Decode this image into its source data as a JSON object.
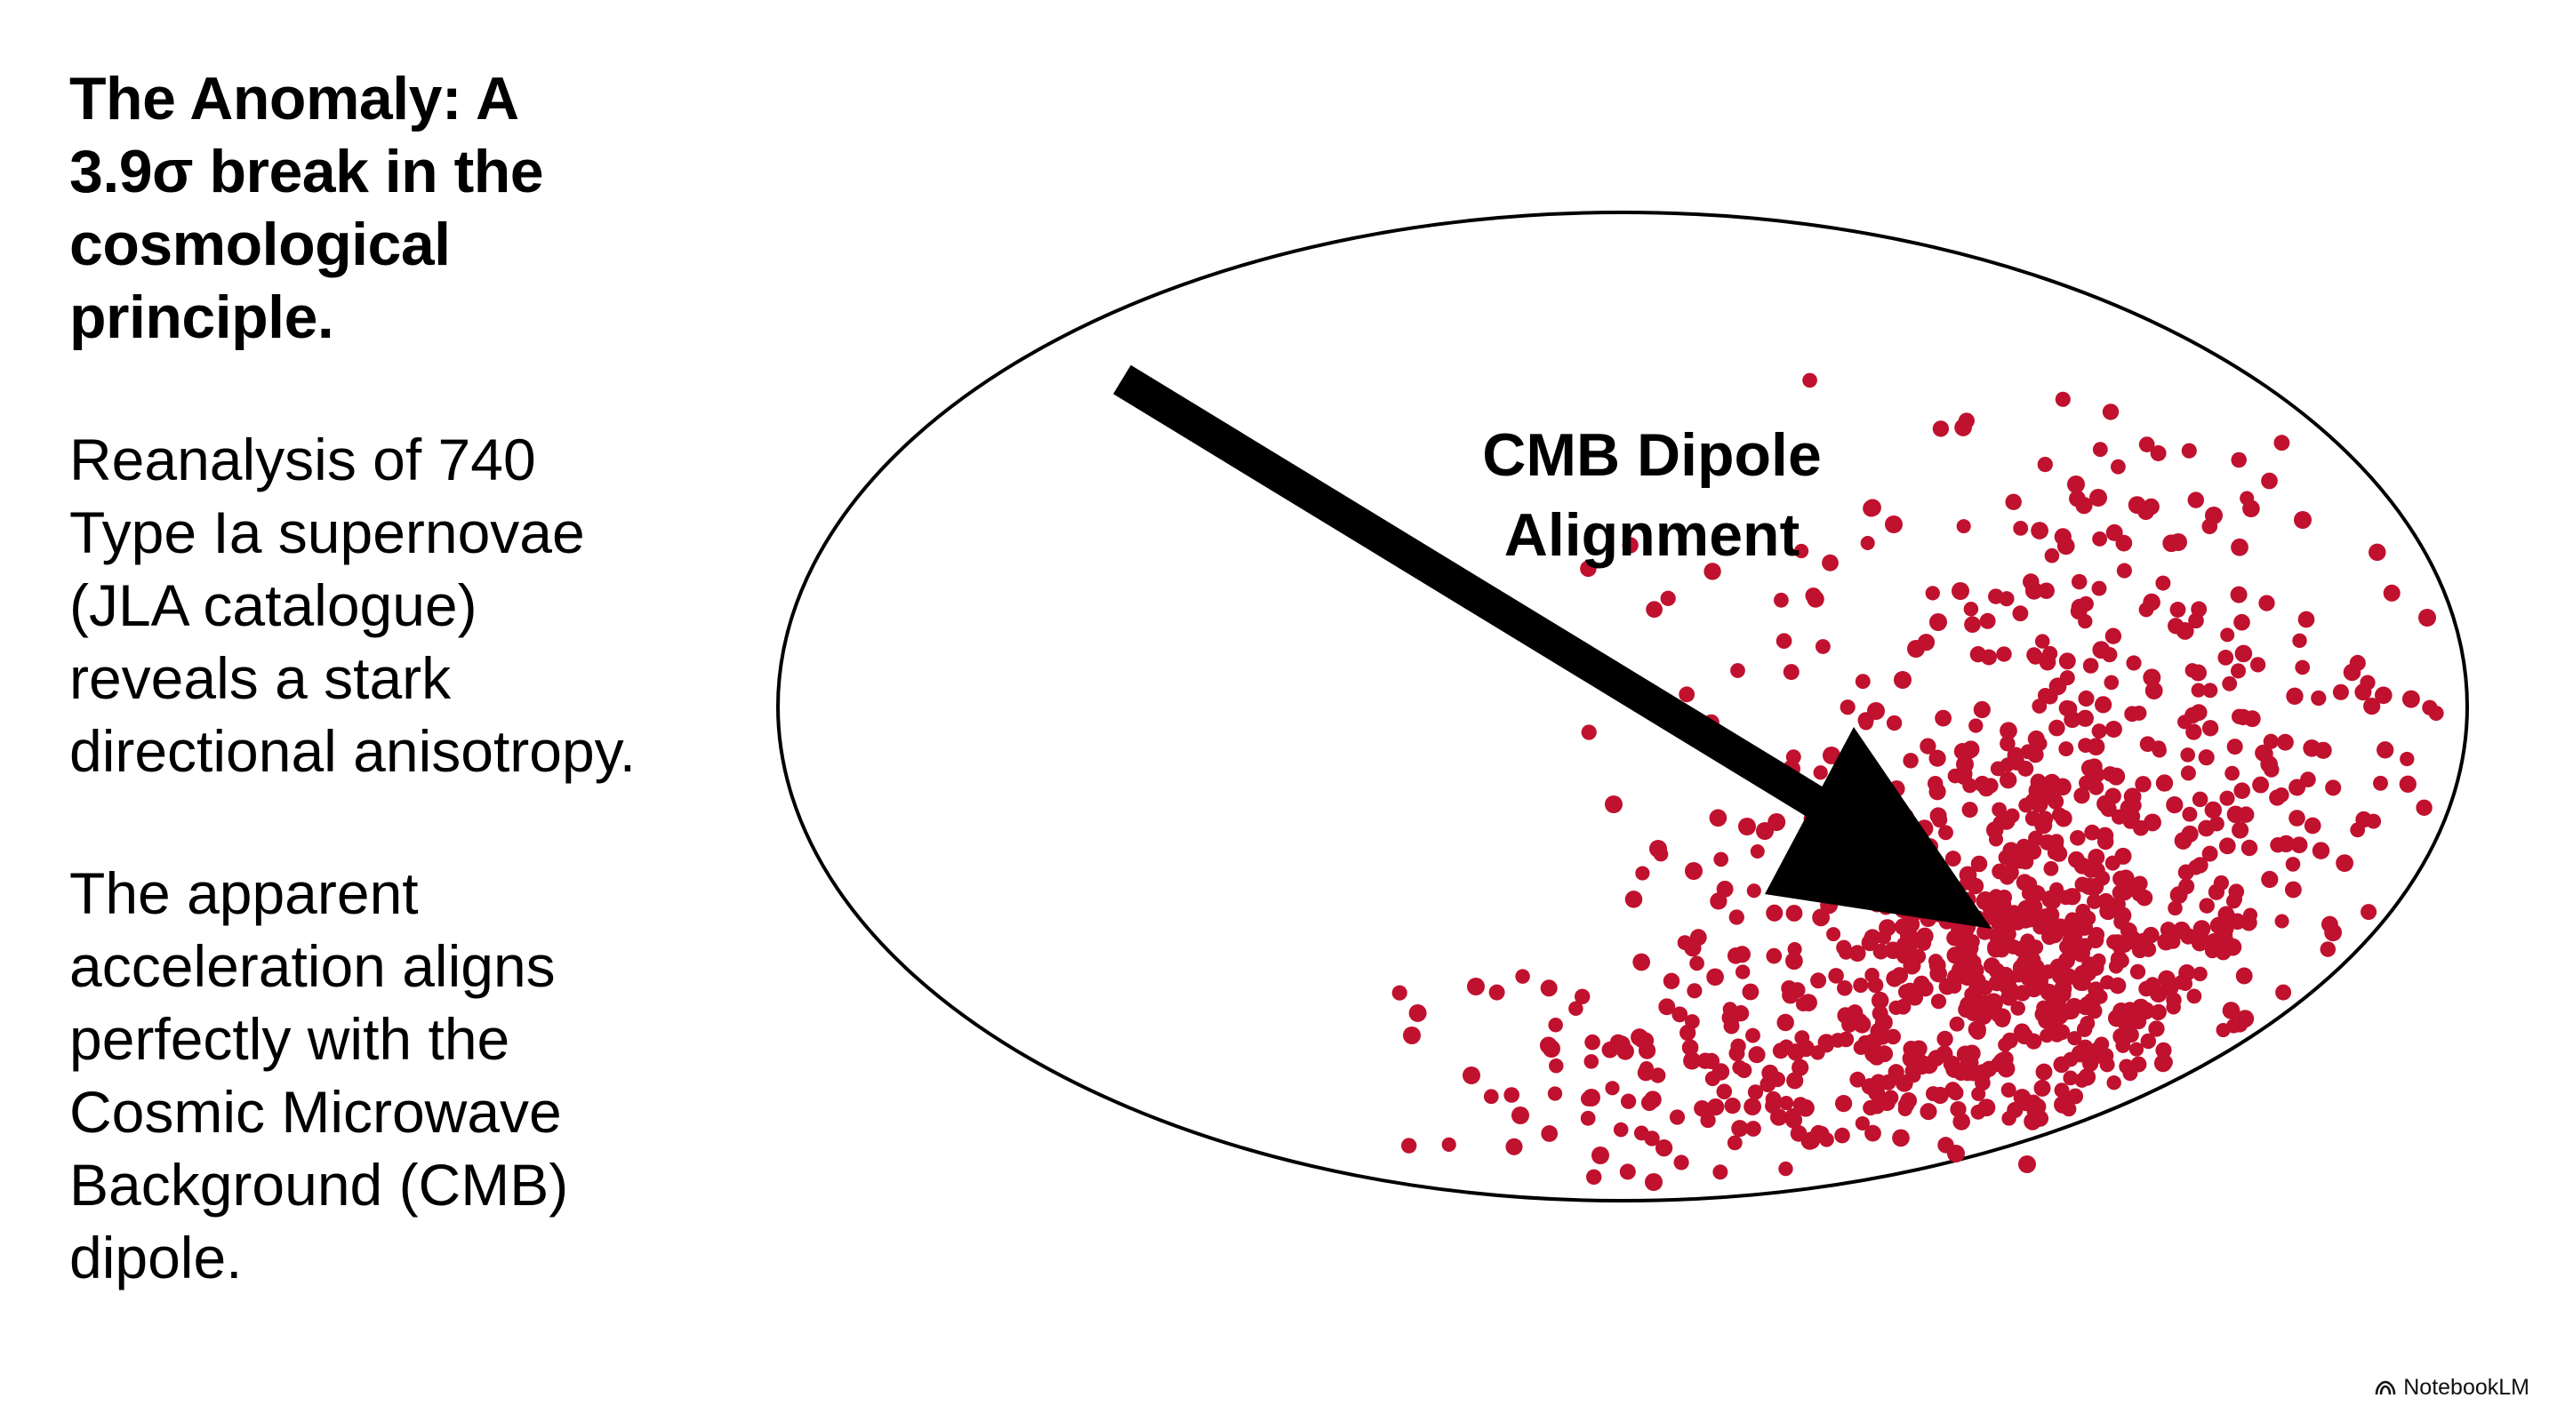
{
  "heading": "The Anomaly: A\n3.9σ break in the\ncosmological\nprinciple.",
  "paragraph_1": "Reanalysis of 740\nType Ia supernovae\n(JLA catalogue)\nreveals a stark\ndirectional anisotropy.",
  "paragraph_2": "The apparent\nacceleration aligns\nperfectly with the\nCosmic Microwave\nBackground (CMB)\ndipole.",
  "diagram": {
    "label_line_1": "CMB Dipole",
    "label_line_2": "Alignment",
    "point_color": "#c0112e",
    "arrow_color": "#000000"
  },
  "branding": {
    "name": "NotebookLM",
    "icon": "notebooklm-logo-icon"
  }
}
